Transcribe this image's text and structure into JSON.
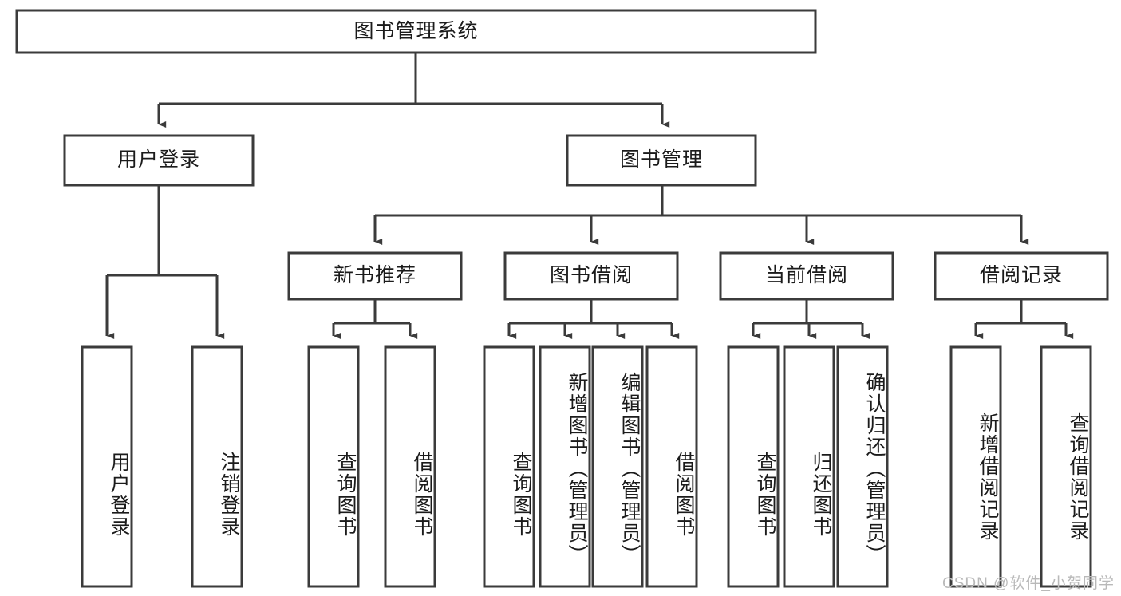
{
  "diagram": {
    "type": "tree-hierarchy-chart",
    "title": "图书管理系统",
    "colors": {
      "box_stroke": "#3b3b3b",
      "box_fill": "#ffffff",
      "connector": "#3b3b3b",
      "text": "#1b1b1b",
      "watermark": "#b9b9b9",
      "background": "#ffffff"
    },
    "root": {
      "label": "图书管理系统"
    },
    "level2": [
      {
        "label": "用户登录"
      },
      {
        "label": "图书管理"
      }
    ],
    "level3": [
      {
        "label": "新书推荐"
      },
      {
        "label": "图书借阅"
      },
      {
        "label": "当前借阅"
      },
      {
        "label": "借阅记录"
      }
    ],
    "leaves": {
      "user_login": [
        {
          "label": "用户登录"
        },
        {
          "label": "注销登录"
        }
      ],
      "new_book_recommend": [
        {
          "label": "查询图书"
        },
        {
          "label": "借阅图书"
        }
      ],
      "book_borrow": [
        {
          "label": "查询图书"
        },
        {
          "label": "新增图书（管理员）"
        },
        {
          "label": "编辑图书（管理员）"
        },
        {
          "label": "借阅图书"
        }
      ],
      "current_borrow": [
        {
          "label": "查询图书"
        },
        {
          "label": "归还图书"
        },
        {
          "label": "确认归还（管理员）"
        }
      ],
      "borrow_record": [
        {
          "label": "新增借阅记录"
        },
        {
          "label": "查询借阅记录"
        }
      ]
    }
  },
  "watermark": {
    "text": "CSDN @软件_小贺同学"
  }
}
